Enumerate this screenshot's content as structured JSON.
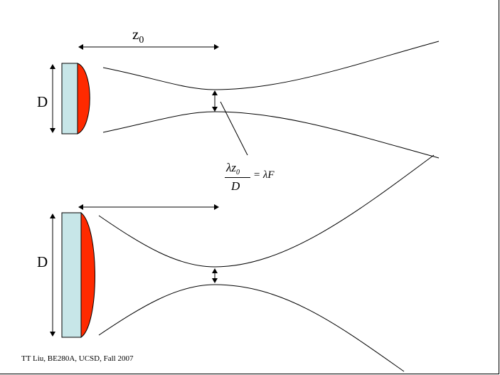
{
  "labels": {
    "z0_main": "z",
    "z0_sub": "0",
    "d_top": "D",
    "d_bottom": "D"
  },
  "formula": {
    "numerator_lambda": "λz",
    "numerator_sub": "0",
    "denominator": "D",
    "rhs": "= λF"
  },
  "footer": "TT Liu, BE280A, UCSD, Fall 2007",
  "colors": {
    "lens_face": "#c7e6e8",
    "lens_curve": "#ff2a00",
    "stroke": "#000000"
  }
}
